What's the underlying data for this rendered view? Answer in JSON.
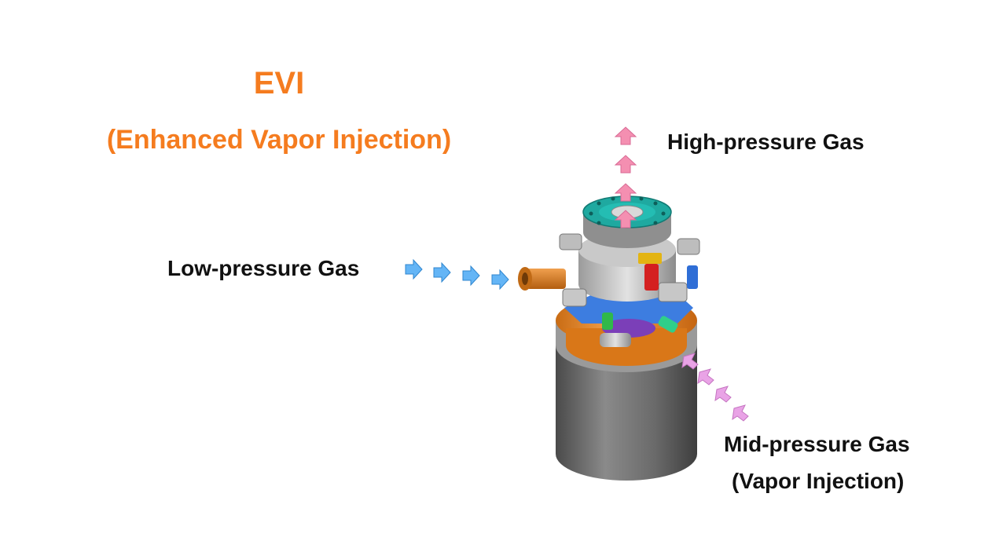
{
  "title": {
    "main": "EVI",
    "subtitle": "(Enhanced Vapor Injection)"
  },
  "labels": {
    "high_pressure": "High-pressure Gas",
    "low_pressure": "Low-pressure Gas",
    "mid_pressure": "Mid-pressure Gas",
    "mid_pressure_note": "(Vapor Injection)"
  },
  "colors": {
    "title": "#f57c1f",
    "arrow_high": "#f48fb1",
    "arrow_low": "#64b5f6",
    "arrow_mid": "#e9a3e6",
    "compressor_body": "#6e6e6e",
    "compressor_band": "#e98a2c",
    "top_plate": "#1fa9a0",
    "inlet_pipe": "#d67a1f"
  }
}
